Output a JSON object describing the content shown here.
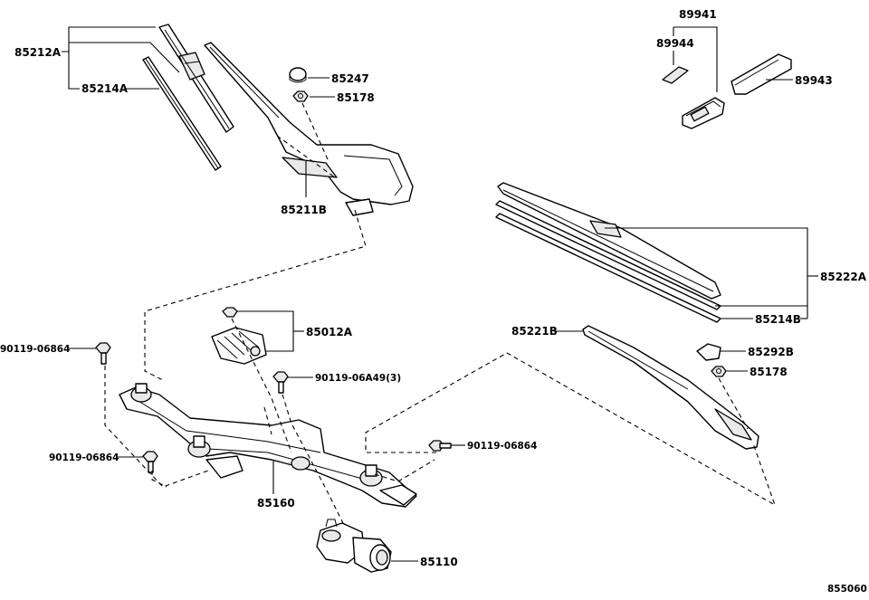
{
  "parts": {
    "p85212A": "85212A",
    "p85214A": "85214A",
    "p85247": "85247",
    "p85178_top": "85178",
    "p85211B": "85211B",
    "p89941": "89941",
    "p89944": "89944",
    "p89943": "89943",
    "p85222A": "85222A",
    "p85214B": "85214B",
    "p85221B": "85221B",
    "p85292B": "85292B",
    "p85178_right": "85178",
    "p85012A": "85012A",
    "p90119_06864_a": "90119-06864",
    "p90119_06A49": "90119-06A49(3)",
    "p90119_06864_b": "90119-06864",
    "p90119_06864_c": "90119-06864",
    "p85160": "85160",
    "p85110": "85110"
  },
  "diagram_code": "855060"
}
